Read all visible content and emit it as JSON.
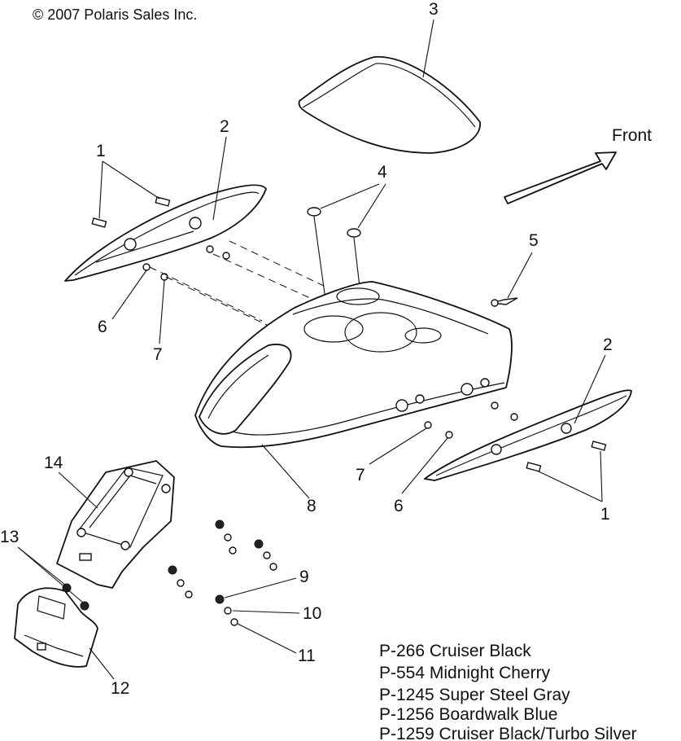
{
  "copyright": "© 2007 Polaris Sales Inc.",
  "direction_label": "Front",
  "callouts": {
    "c3": "3",
    "c2a": "2",
    "c1a": "1",
    "c4": "4",
    "c5": "5",
    "c6a": "6",
    "c7a": "7",
    "c2b": "2",
    "c7b": "7",
    "c6b": "6",
    "c8": "8",
    "c1b": "1",
    "c14": "14",
    "c13": "13",
    "c9": "9",
    "c10": "10",
    "c11": "11",
    "c12": "12"
  },
  "color_codes": [
    "P-266  Cruiser Black",
    "P-554  Midnight Cherry",
    "P-1245 Super Steel Gray",
    "P-1256 Boardwalk Blue",
    "P-1259 Cruiser Black/Turbo Silver"
  ]
}
